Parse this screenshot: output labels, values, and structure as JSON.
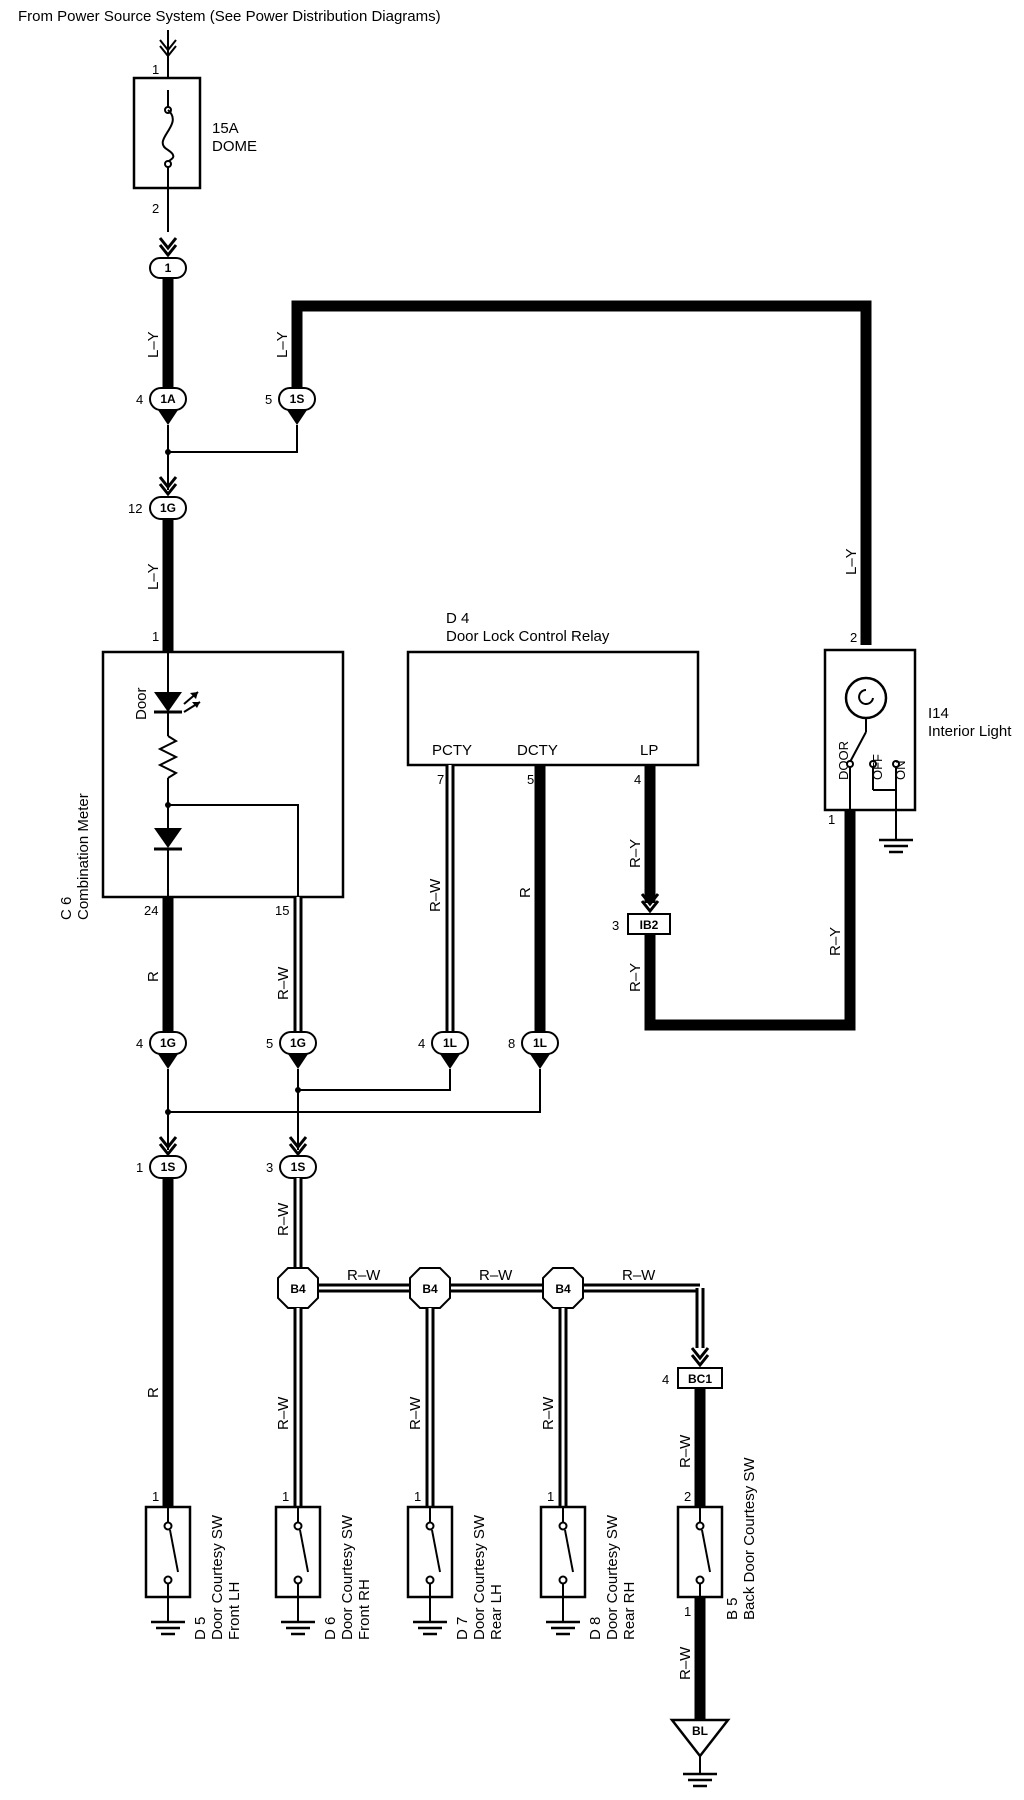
{
  "header": "From Power Source System (See Power Distribution Diagrams)",
  "fuse": {
    "rating": "15A",
    "name": "DOME",
    "pin_top": "1",
    "pin_bottom": "2"
  },
  "connectors": {
    "c1": {
      "label": "1",
      "pin": ""
    },
    "c1a": {
      "label": "1A",
      "pin": "4"
    },
    "c1s_top": {
      "label": "1S",
      "pin": "5"
    },
    "c1g_top": {
      "label": "1G",
      "pin": "12"
    },
    "c1g_r": {
      "label": "1G",
      "pin": "4"
    },
    "c1g_rw": {
      "label": "1G",
      "pin": "5"
    },
    "c1l_rw": {
      "label": "1L",
      "pin": "4"
    },
    "c1l_r": {
      "label": "1L",
      "pin": "8"
    },
    "c1s_r": {
      "label": "1S",
      "pin": "1"
    },
    "c1s_rw": {
      "label": "1S",
      "pin": "3"
    },
    "ib2": {
      "label": "IB2",
      "pin": "3"
    },
    "bc1": {
      "label": "BC1",
      "pin": "4"
    },
    "b4": {
      "label": "B4"
    },
    "bl": {
      "label": "BL"
    }
  },
  "wires": {
    "ly": "L–Y",
    "r": "R",
    "rw": "R–W",
    "ry": "R–Y"
  },
  "meter": {
    "code": "C 6",
    "name": "Combination Meter",
    "door_label": "Door",
    "pin_top": "1",
    "pin_24": "24",
    "pin_15": "15"
  },
  "relay": {
    "code": "D 4",
    "name": "Door Lock Control Relay",
    "t_pcty": "PCTY",
    "t_dcty": "DCTY",
    "t_lp": "LP",
    "pin_7": "7",
    "pin_5": "5",
    "pin_4": "4"
  },
  "interior_light": {
    "code": "I14",
    "name": "Interior Light",
    "sw_door": "DOOR",
    "sw_off": "OFF",
    "sw_on": "ON",
    "pin_2": "2",
    "pin_1": "1"
  },
  "switches": [
    {
      "code": "D 5",
      "line1": "Door Courtesy SW",
      "line2": "Front LH",
      "pin_top": "1"
    },
    {
      "code": "D 6",
      "line1": "Door Courtesy SW",
      "line2": "Front RH",
      "pin_top": "1"
    },
    {
      "code": "D 7",
      "line1": "Door Courtesy SW",
      "line2": "Rear LH",
      "pin_top": "1"
    },
    {
      "code": "D 8",
      "line1": "Door Courtesy SW",
      "line2": "Rear RH",
      "pin_top": "1"
    },
    {
      "code": "B 5",
      "line1": "Back Door Courtesy SW",
      "line2": "",
      "pin_top": "2",
      "pin_bottom": "1"
    }
  ],
  "colors": {
    "line": "#000000",
    "background": "#ffffff"
  }
}
